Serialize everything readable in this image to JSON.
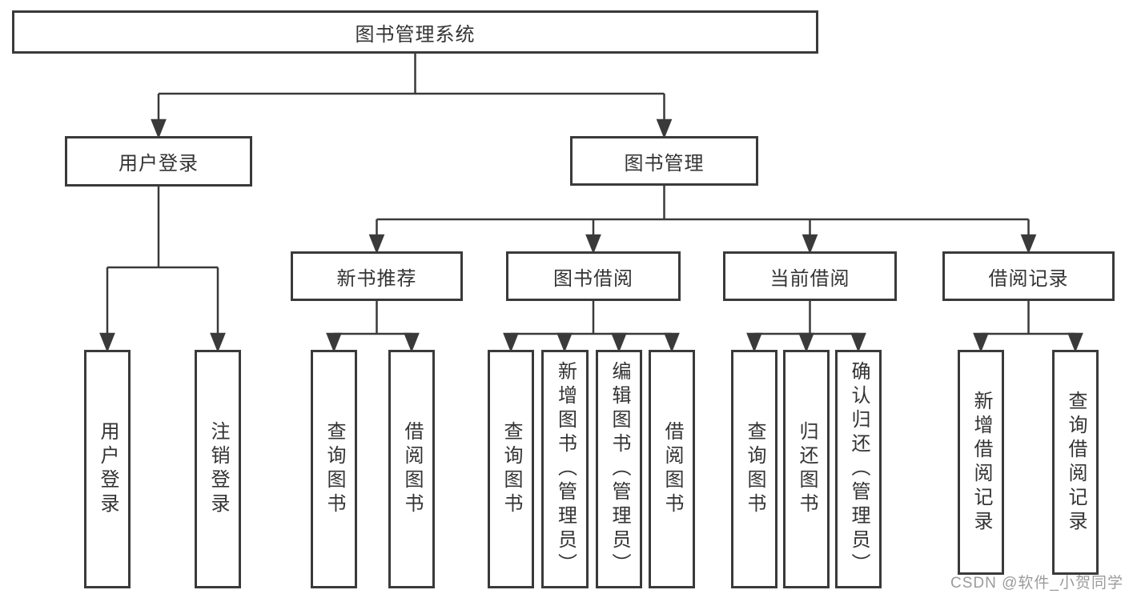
{
  "diagram": {
    "type": "tree",
    "root": "图书管理系统",
    "branches": [
      {
        "label": "用户登录",
        "children": [
          "用户登录",
          "注销登录"
        ]
      },
      {
        "label": "图书管理",
        "modules": [
          {
            "label": "新书推荐",
            "children": [
              "查询图书",
              "借阅图书"
            ]
          },
          {
            "label": "图书借阅",
            "children": [
              "查询图书",
              "新增图书（管理员）",
              "编辑图书（管理员）",
              "借阅图书"
            ]
          },
          {
            "label": "当前借阅",
            "children": [
              "查询图书",
              "归还图书",
              "确认归还（管理员）"
            ]
          },
          {
            "label": "借阅记录",
            "children": [
              "新增借阅记录",
              "查询借阅记录"
            ]
          }
        ]
      }
    ]
  },
  "watermark": {
    "text": "CSDN @软件_小贺同学"
  },
  "colors": {
    "line": "#3a3a3a",
    "box_border": "#3a3a3a",
    "text": "#333333",
    "background": "#ffffff",
    "watermark": "#9b9b9b"
  }
}
